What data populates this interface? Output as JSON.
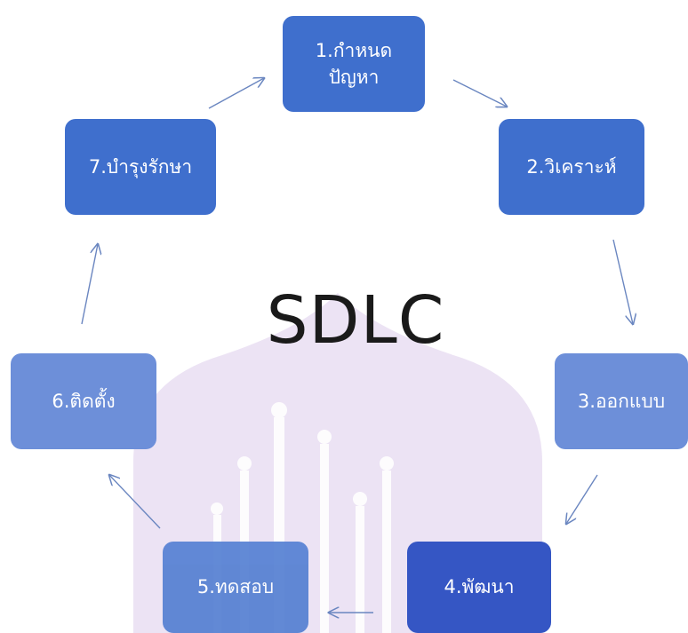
{
  "title": "SDLC",
  "colors": {
    "node_dark": "#3f6fcd",
    "node_mid": "#5580d2",
    "node_light": "#6d8fd9",
    "node_deep": "#3556c4",
    "arrow": "#6a86c0",
    "watermark": "#d7c6e6"
  },
  "steps": [
    {
      "id": 1,
      "label": "1.กำหนด\nปัญหา"
    },
    {
      "id": 2,
      "label": "2.วิเคราะห์"
    },
    {
      "id": 3,
      "label": "3.ออกแบบ"
    },
    {
      "id": 4,
      "label": "4.พัฒนา"
    },
    {
      "id": 5,
      "label": "5.ทดสอบ"
    },
    {
      "id": 6,
      "label": "6.ติดตั้ง"
    },
    {
      "id": 7,
      "label": "7.บำรุงรักษา"
    }
  ]
}
